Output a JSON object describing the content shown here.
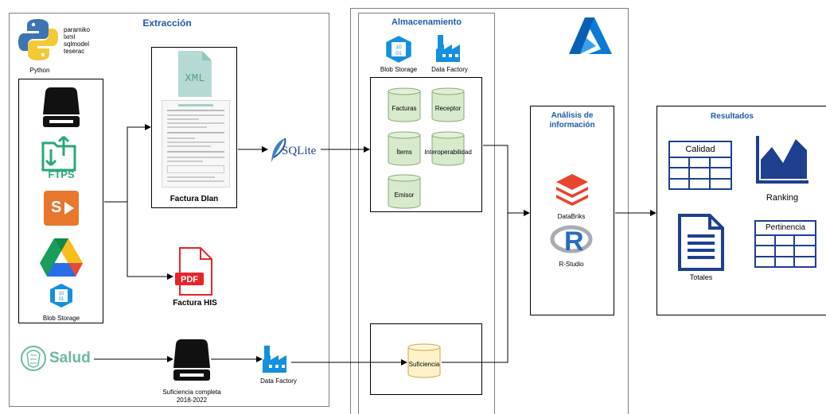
{
  "extraction": {
    "title": "Extracción",
    "python_libs": [
      "paramiko",
      "lxml",
      "sqlmodel",
      "teserac"
    ],
    "python_label": "Python",
    "sources": [
      "drive-icon",
      "ftps-icon",
      "sharepoint-icon",
      "google-drive-icon",
      "blob-storage-icon"
    ],
    "ftps_label": "FTPS",
    "sharepoint_letter": "S",
    "blob_label": "Blob Storage",
    "factura_dian_label": "Factura DIan",
    "xml_label": "XML",
    "pdf_label": "PDF",
    "factura_his_label": "Factura HIS",
    "sqlite_label": "SQLite",
    "salud_label": "Salud",
    "suficiencia_label_1": "Suficiencia completa",
    "suficiencia_label_2": "2018-2022",
    "data_factory_label": "Data Factory"
  },
  "storage": {
    "title": "Almacenamiento",
    "blob_label": "Blob Storage",
    "factory_label": "Data Factory",
    "tables": [
      "Facturas",
      "Receptor",
      "Ítems",
      "Interoperabilidad",
      "Emisor"
    ],
    "suficiencia": "Suficiencia"
  },
  "analysis": {
    "title_1": "Análisis de",
    "title_2": "información",
    "databricks_label": "DataBriks",
    "rstudio_label": "R-Studio",
    "r_letter": "R"
  },
  "results": {
    "title": "Resultados",
    "calidad": "Calidad",
    "ranking": "Ranking",
    "totales": "Totales",
    "pertinencia": "Pertinencia"
  },
  "colors": {
    "title_blue": "#1f5aa8",
    "azure_blue": "#0a7ad6",
    "teal": "#2aa876",
    "navy": "#1f3f8f",
    "cylinder_green": "#d8eacc",
    "cylinder_yellow": "#fff2c8",
    "databricks_red": "#e8442e",
    "pdf_red": "#e5252a",
    "sharepoint_orange": "#e8772e"
  }
}
